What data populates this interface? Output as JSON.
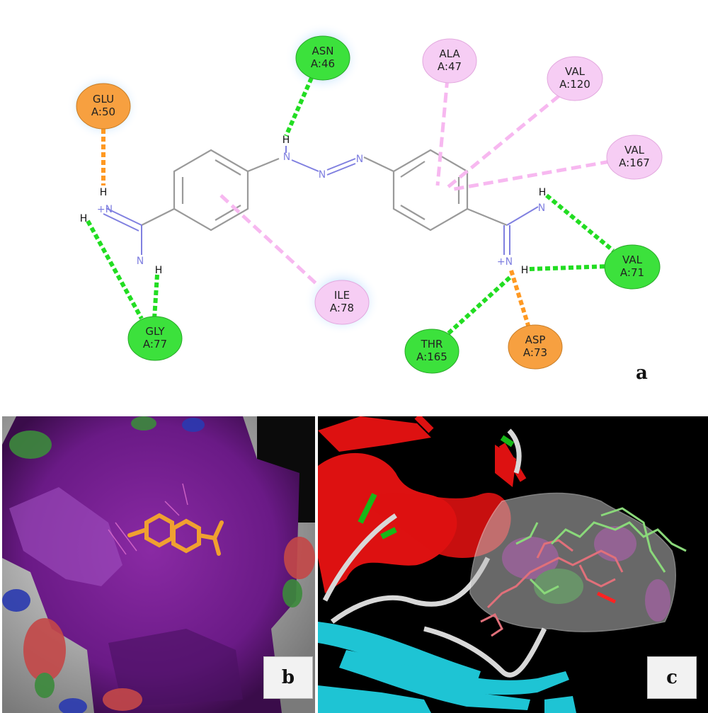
{
  "panel_labels": {
    "a": "a",
    "b": "b",
    "c": "c"
  },
  "colors": {
    "conventional_hbond": "#22dd22",
    "attractive_charge": "#ff9922",
    "pi_alkyl": "#f7b8f0",
    "residue_green": "#3ce13c",
    "residue_orange": "#f7a040",
    "residue_pink": "#f6cdf4",
    "ligand_bond": "#9a9a9a",
    "nitrogen": "#8080e0"
  },
  "residues": {
    "asn46": {
      "name": "ASN",
      "id": "A:46",
      "type": "green"
    },
    "glu50": {
      "name": "GLU",
      "id": "A:50",
      "type": "orange"
    },
    "ala47": {
      "name": "ALA",
      "id": "A:47",
      "type": "pink"
    },
    "val120": {
      "name": "VAL",
      "id": "A:120",
      "type": "pink"
    },
    "val167": {
      "name": "VAL",
      "id": "A:167",
      "type": "pink"
    },
    "val71": {
      "name": "VAL",
      "id": "A:71",
      "type": "green"
    },
    "ile78": {
      "name": "ILE",
      "id": "A:78",
      "type": "pink"
    },
    "gly77": {
      "name": "GLY",
      "id": "A:77",
      "type": "green"
    },
    "thr165": {
      "name": "THR",
      "id": "A:165",
      "type": "green"
    },
    "asp73": {
      "name": "ASP",
      "id": "A:73",
      "type": "orange"
    }
  },
  "atoms": {
    "n_plus_left": "+N",
    "n_left_amine": "N",
    "n_azo_h": "N",
    "n_azo_1": "N",
    "n_azo_2": "N",
    "n_right_amine": "N",
    "n_plus_right": "+N",
    "h": "H"
  }
}
